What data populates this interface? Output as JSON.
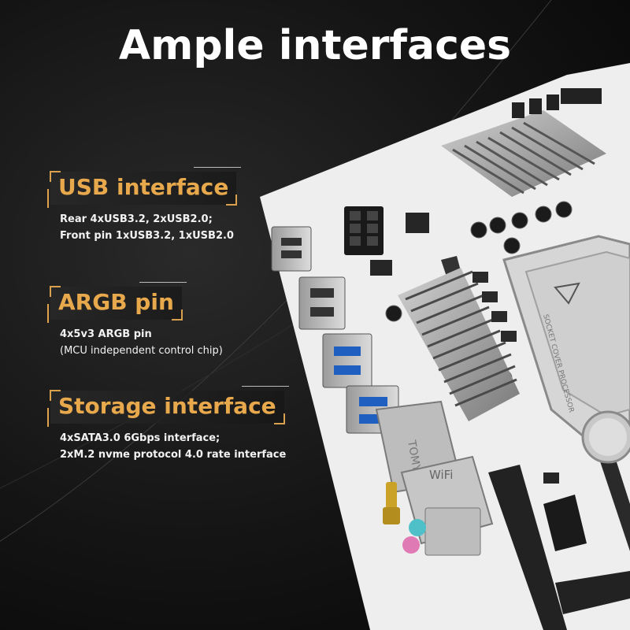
{
  "title": "Ample interfaces",
  "sections": [
    {
      "heading": "USB interface",
      "lines": [
        "Rear 4xUSB3.2, 2xUSB2.0;",
        "Front pin 1xUSB3.2, 1xUSB2.0"
      ]
    },
    {
      "heading": "ARGB pin",
      "lines": [
        "4x5v3 ARGB pin",
        "(MCU independent control chip)"
      ]
    },
    {
      "heading": "Storage interface",
      "lines": [
        "4xSATA3.0 6Gbps interface;",
        "2xM.2 nvme protocol 4.0 rate interface"
      ]
    }
  ],
  "board": {
    "heatsink_label": "TOMY",
    "wifi_label": "WiFi",
    "socket_text": "SOCKET COVER PROCESSOR"
  },
  "colors": {
    "accent": "#e8a84c",
    "background": "#141414",
    "board": "#efefef"
  }
}
